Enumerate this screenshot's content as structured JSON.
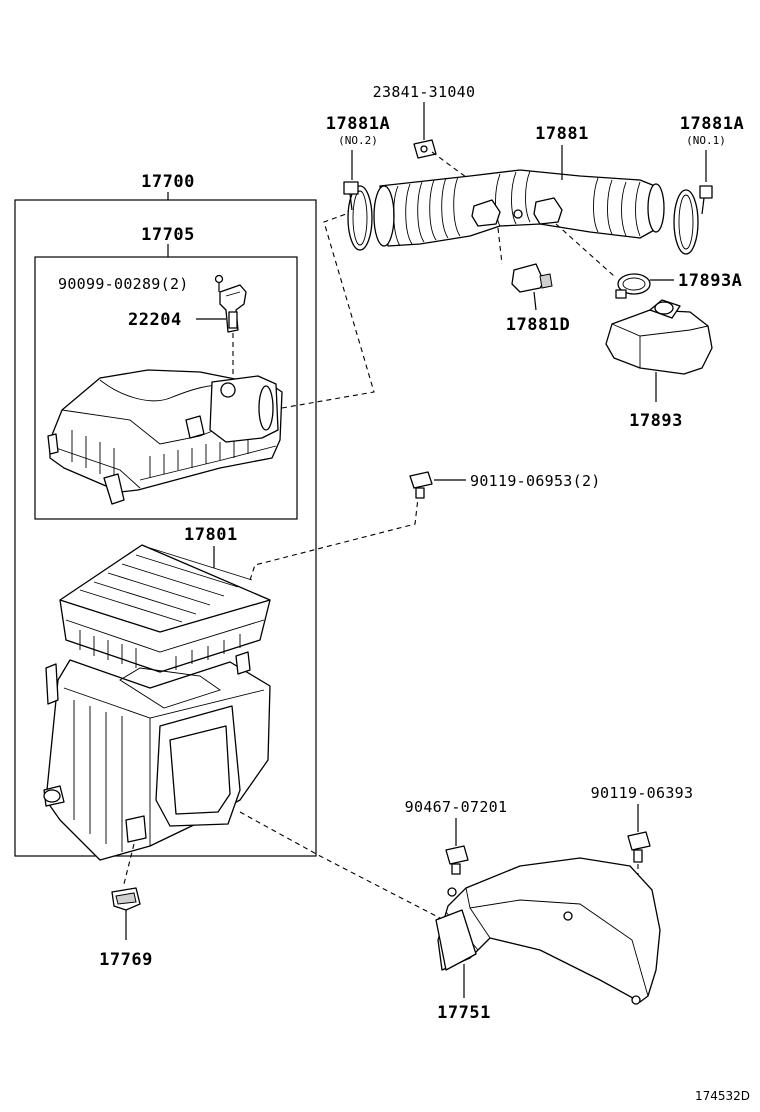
{
  "diagram_code": "174532D",
  "labels": {
    "p17700": "17700",
    "p17705": "17705",
    "p90099": "90099-00289(2)",
    "p22204": "22204",
    "p17801": "17801",
    "p17769": "17769",
    "p23841": "23841-31040",
    "p17881A_no2": "17881A",
    "no2": "(NO.2)",
    "p17881": "17881",
    "p17881A_no1": "17881A",
    "no1": "(NO.1)",
    "p17893A": "17893A",
    "p17881D": "17881D",
    "p17893": "17893",
    "p90119_06953": "90119-06953(2)",
    "p90467": "90467-07201",
    "p90119_06393": "90119-06393",
    "p17751": "17751"
  }
}
